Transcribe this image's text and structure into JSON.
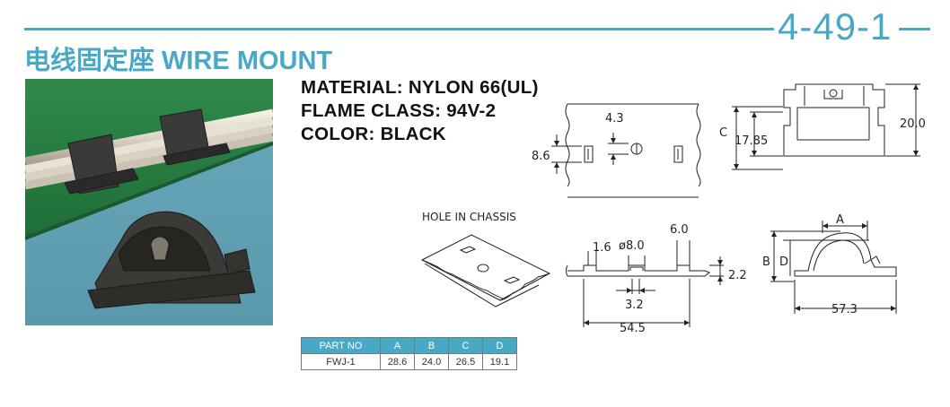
{
  "header": {
    "page_code": "4-49-1",
    "title": "电线固定座 WIRE MOUNT",
    "accent_color": "#47a9c6"
  },
  "specs": {
    "material": "MATERIAL: NYLON 66(UL)",
    "flame_class": "FLAME CLASS: 94V-2",
    "color": "COLOR: BLACK"
  },
  "drawings": {
    "hole_in_chassis_label": "HOLE IN CHASSIS",
    "top_view": {
      "dim_4_3": "4.3",
      "dim_8_6": "8.6"
    },
    "end_view": {
      "dim_c": "C",
      "dim_17_85": "17.85",
      "dim_20_0": "20.0"
    },
    "side_section": {
      "dim_1_6": "1.6",
      "dim_dia_8_0": "ø8.0",
      "dim_6_0": "6.0",
      "dim_2_2": "2.2",
      "dim_3_2": "3.2",
      "dim_54_5": "54.5"
    },
    "profile_view": {
      "dim_a": "A",
      "dim_b": "B",
      "dim_d": "D",
      "dim_57_3": "57.3"
    }
  },
  "parts_table": {
    "headers": [
      "PART NO",
      "A",
      "B",
      "C",
      "D"
    ],
    "rows": [
      [
        "FWJ-1",
        "28.6",
        "24.0",
        "26.5",
        "19.1"
      ]
    ]
  }
}
